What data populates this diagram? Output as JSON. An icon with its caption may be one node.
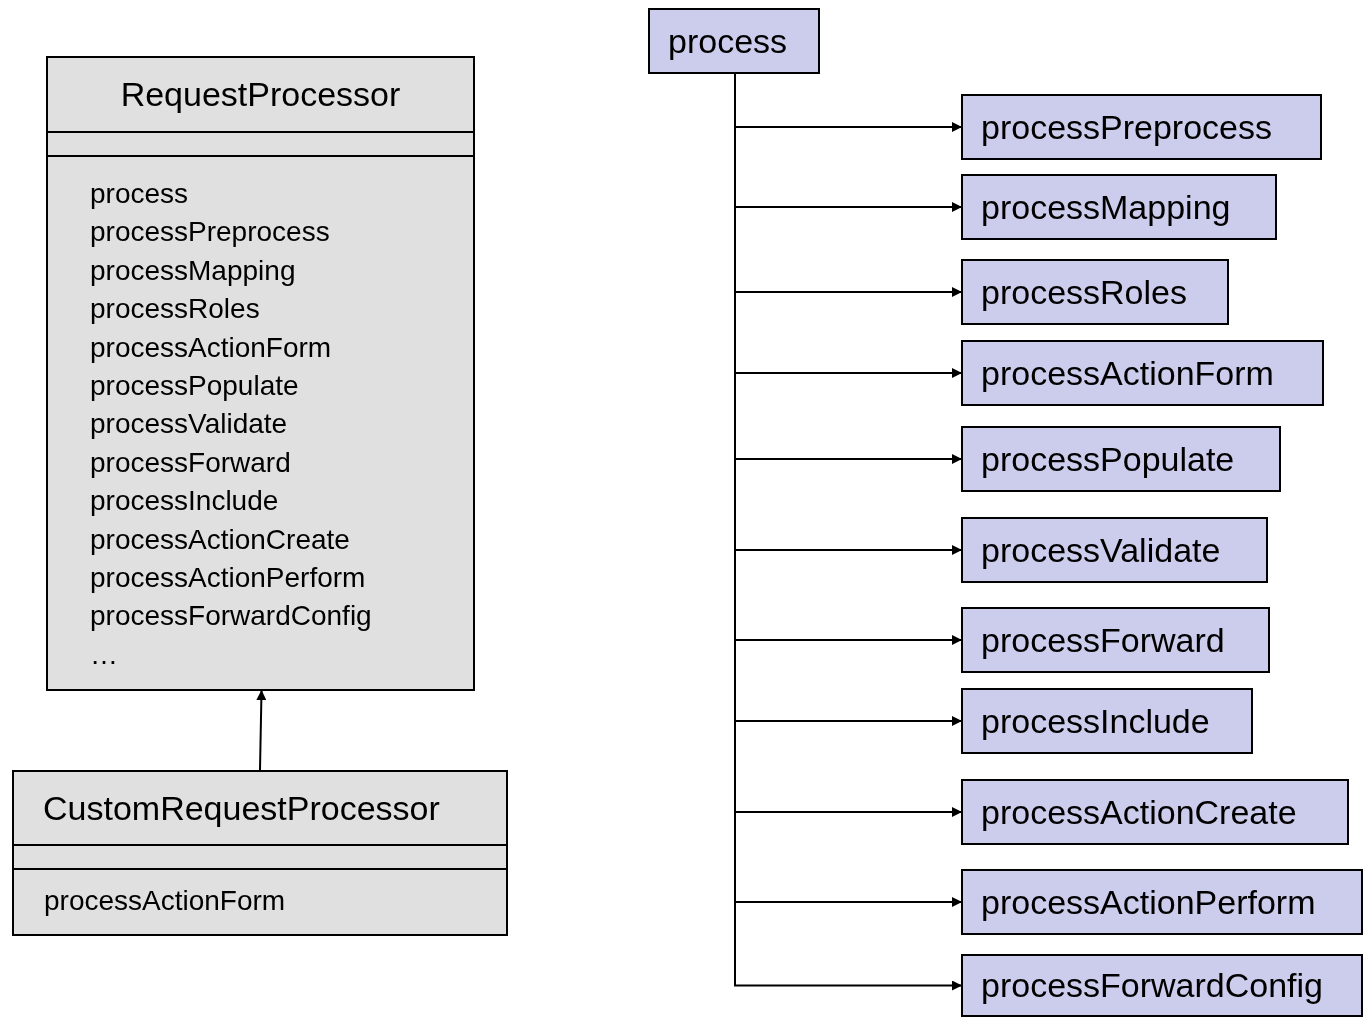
{
  "diagram": {
    "nodes": [
      {
        "text": [
          "RequestProcessor",
          "process",
          "processPreprocess",
          "processMapping",
          "processRoles",
          "processActionForm",
          "processPopulate",
          "processValidate",
          "processForward",
          "processInclude",
          "processActionCreate",
          "processActionPerform",
          "processForwardConfig",
          "…"
        ]
      },
      {
        "text": [
          "CustomRequestProcessor",
          "processActionForm"
        ]
      },
      {
        "text": [
          "process"
        ]
      },
      {
        "text": [
          "processPreprocess"
        ]
      },
      {
        "text": [
          "processMapping"
        ]
      },
      {
        "text": [
          "processRoles"
        ]
      },
      {
        "text": [
          "processActionForm"
        ]
      },
      {
        "text": [
          "processPopulate"
        ]
      },
      {
        "text": [
          "processValidate"
        ]
      },
      {
        "text": [
          "processForward"
        ]
      },
      {
        "text": [
          "processInclude"
        ]
      },
      {
        "text": [
          "processActionCreate"
        ]
      },
      {
        "text": [
          "processActionPerform"
        ]
      },
      {
        "text": [
          "processForwardConfig"
        ]
      }
    ],
    "edges": [
      {
        "from": 1,
        "to": 0,
        "arrow": "to"
      },
      {
        "from": 2,
        "to": 3,
        "arrow": "to"
      },
      {
        "from": 2,
        "to": 4,
        "arrow": "to"
      },
      {
        "from": 2,
        "to": 5,
        "arrow": "to"
      },
      {
        "from": 2,
        "to": 6,
        "arrow": "to"
      },
      {
        "from": 2,
        "to": 7,
        "arrow": "to"
      },
      {
        "from": 2,
        "to": 8,
        "arrow": "to"
      },
      {
        "from": 2,
        "to": 9,
        "arrow": "to"
      },
      {
        "from": 2,
        "to": 10,
        "arrow": "to"
      },
      {
        "from": 2,
        "to": 11,
        "arrow": "to"
      },
      {
        "from": 2,
        "to": 12,
        "arrow": "to"
      },
      {
        "from": 2,
        "to": 13,
        "arrow": "to"
      }
    ]
  }
}
